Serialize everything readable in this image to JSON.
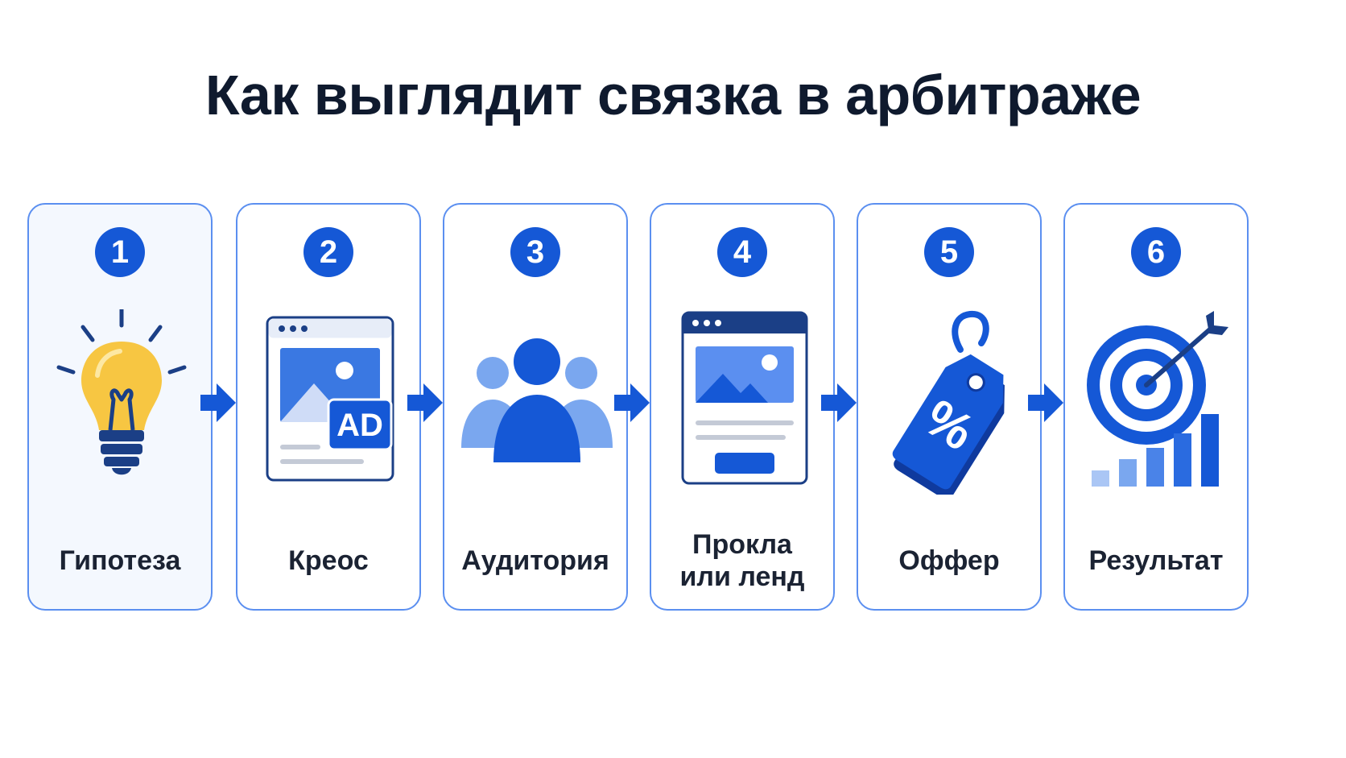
{
  "title": "Как выглядит связка в арбитраже",
  "steps": [
    {
      "number": "1",
      "label": "Гипотеза",
      "icon": "lightbulb-icon"
    },
    {
      "number": "2",
      "label": "Креос",
      "icon": "ad-creative-icon",
      "icon_text": "AD"
    },
    {
      "number": "3",
      "label": "Аудитория",
      "icon": "audience-icon"
    },
    {
      "number": "4",
      "label": "Прокла\nили ленд",
      "icon": "landing-page-icon"
    },
    {
      "number": "5",
      "label": "Оффер",
      "icon": "offer-tag-icon",
      "icon_text": "%"
    },
    {
      "number": "6",
      "label": "Результат",
      "icon": "target-growth-icon"
    }
  ],
  "colors": {
    "accent": "#1558d6",
    "accent_light": "#5b8ff0",
    "bulb": "#f7c642",
    "title": "#0f1a2e"
  }
}
